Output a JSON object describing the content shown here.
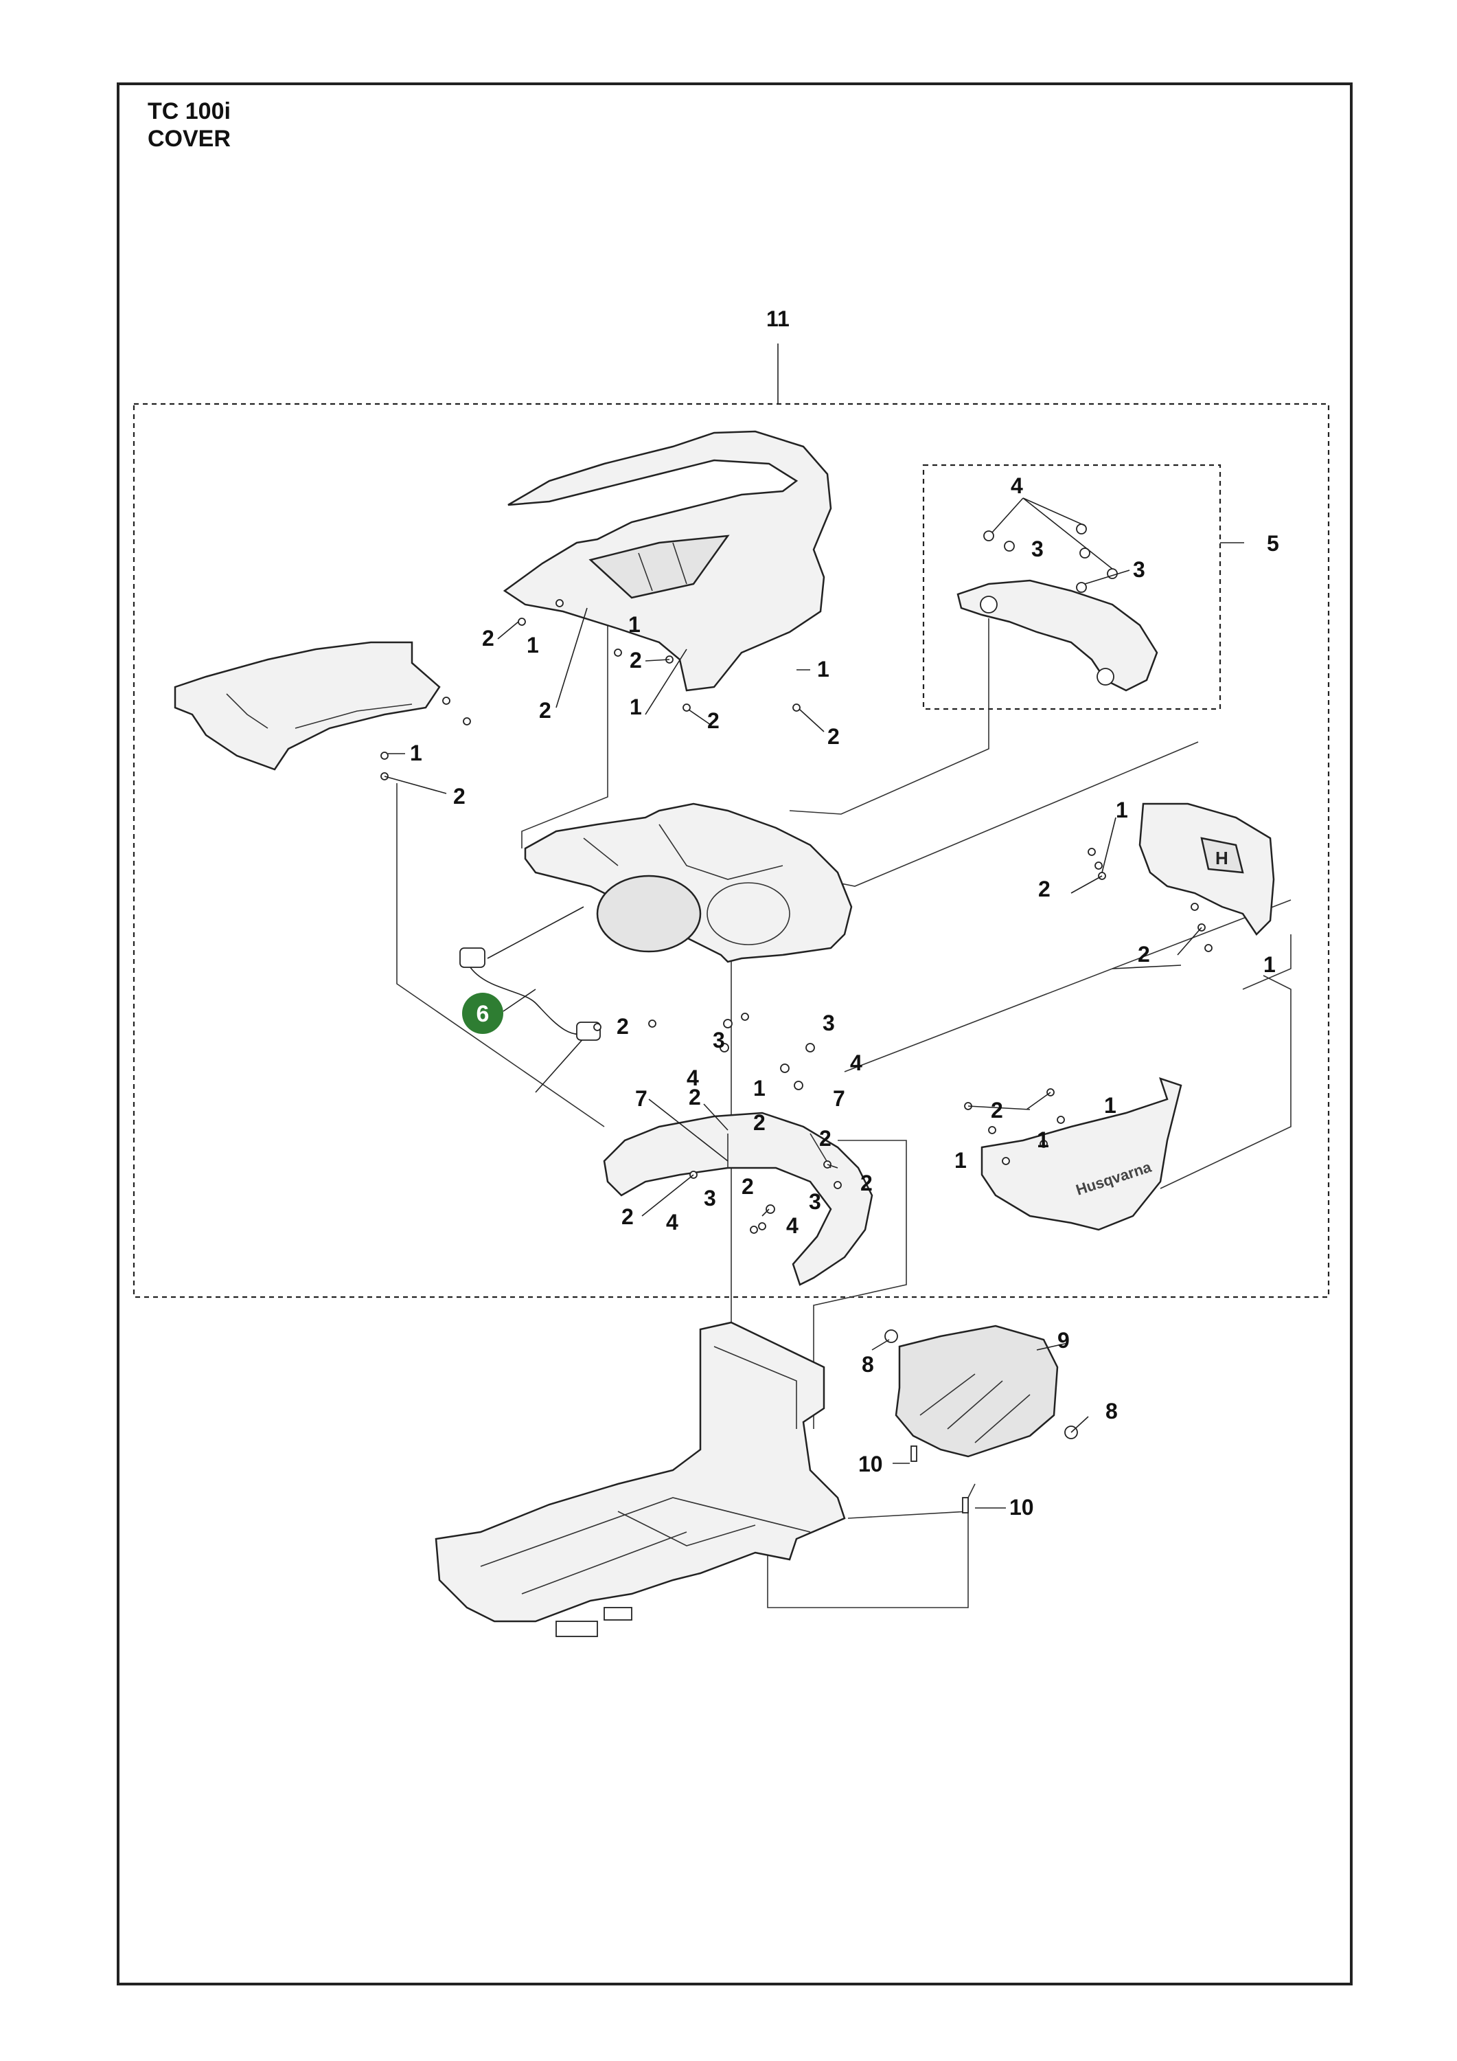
{
  "title": {
    "model": "TC 100i",
    "section": "COVER"
  },
  "callouts": {
    "c11": "11",
    "c5": "5",
    "c6": "6",
    "c7a": "7",
    "c7b": "7",
    "c8a": "8",
    "c8b": "8",
    "c9": "9",
    "c10a": "10",
    "c10b": "10",
    "hood_left_2a": "2",
    "hood_left_1a": "1",
    "hood_left_2b": "2",
    "hood_mid_1a": "1",
    "hood_mid_2a": "2",
    "hood_mid_1b": "1",
    "hood_mid_2b": "2",
    "hood_right_1": "1",
    "hood_right_2": "2",
    "lpanel_1": "1",
    "lpanel_2": "2",
    "box_4": "4",
    "box_3a": "3",
    "box_3b": "3",
    "body_2": "2",
    "body_3a": "3",
    "body_4a": "4",
    "body_3b": "3",
    "body_4b": "4",
    "body_1": "1",
    "body_2b": "2",
    "rtop_1": "1",
    "rtop_2a": "2",
    "rtop_2b": "2",
    "rtop_1b": "1",
    "rbot_2": "2",
    "rbot_1a": "1",
    "rbot_1b": "1",
    "rbot_1c": "1",
    "fb_2a": "2",
    "fb_2b": "2",
    "fb_2c": "2",
    "fb_2d": "2",
    "fb_4a": "4",
    "fb_3a": "3",
    "fb_2e": "2",
    "fb_3b": "3",
    "fb_4b": "4"
  },
  "colors": {
    "highlight": "#2e7d32",
    "line": "#222222"
  },
  "logo_text": "Husqvarna"
}
